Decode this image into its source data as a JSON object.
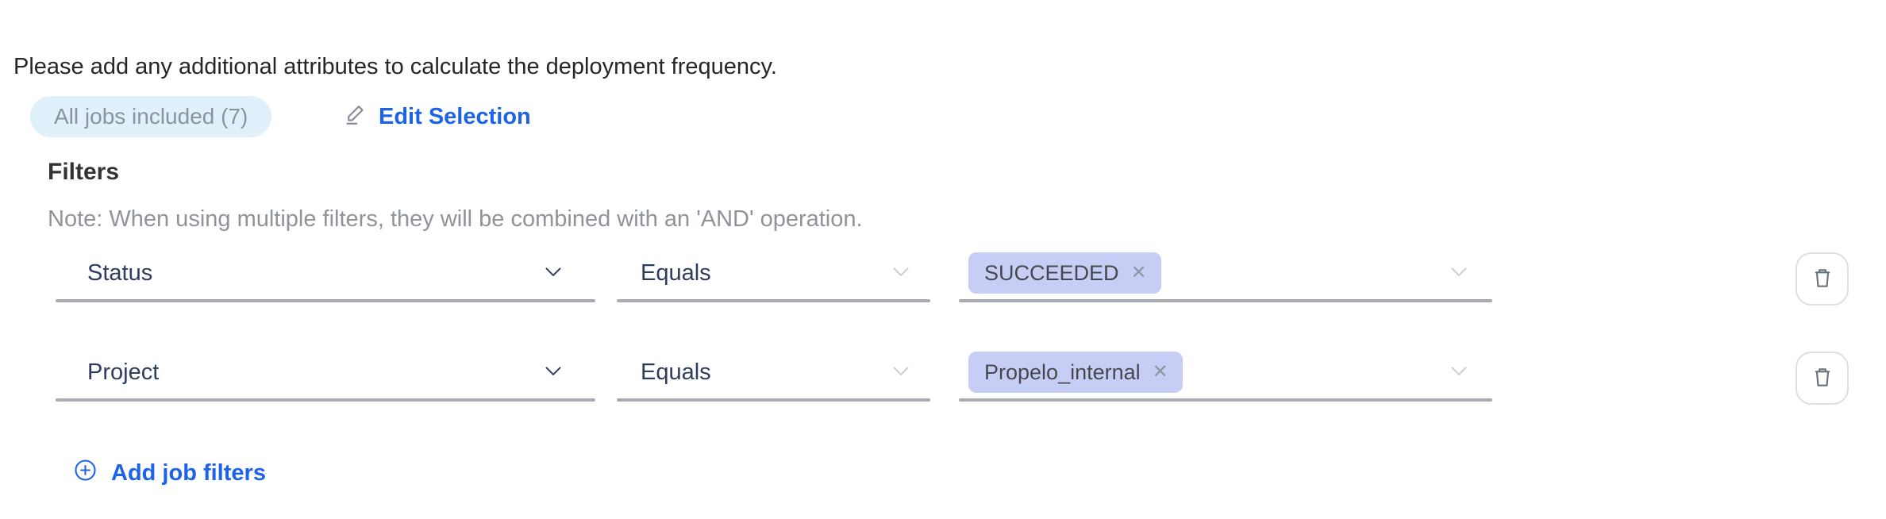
{
  "instruction": "Please add any additional attributes to calculate the deployment frequency.",
  "jobs": {
    "badge_label": "All jobs included (7)",
    "edit_label": "Edit Selection"
  },
  "filters": {
    "title": "Filters",
    "note": "Note: When using multiple filters, they will be combined with an 'AND' operation.",
    "rows": [
      {
        "attribute": "Status",
        "operator": "Equals",
        "values": [
          "SUCCEEDED"
        ]
      },
      {
        "attribute": "Project",
        "operator": "Equals",
        "values": [
          "Propelo_internal"
        ]
      }
    ],
    "add_label": "Add job filters"
  },
  "icons": {
    "tag_close": "✕"
  },
  "colors": {
    "link_blue": "#1d63e8",
    "badge_background": "#e1f1fc",
    "badge_text": "#8a939e",
    "tag_background": "#c7cef6",
    "tag_text": "#47484d",
    "field_text": "#2e3c5e",
    "underline": "#a8acb2",
    "note_text": "#8f939a"
  }
}
